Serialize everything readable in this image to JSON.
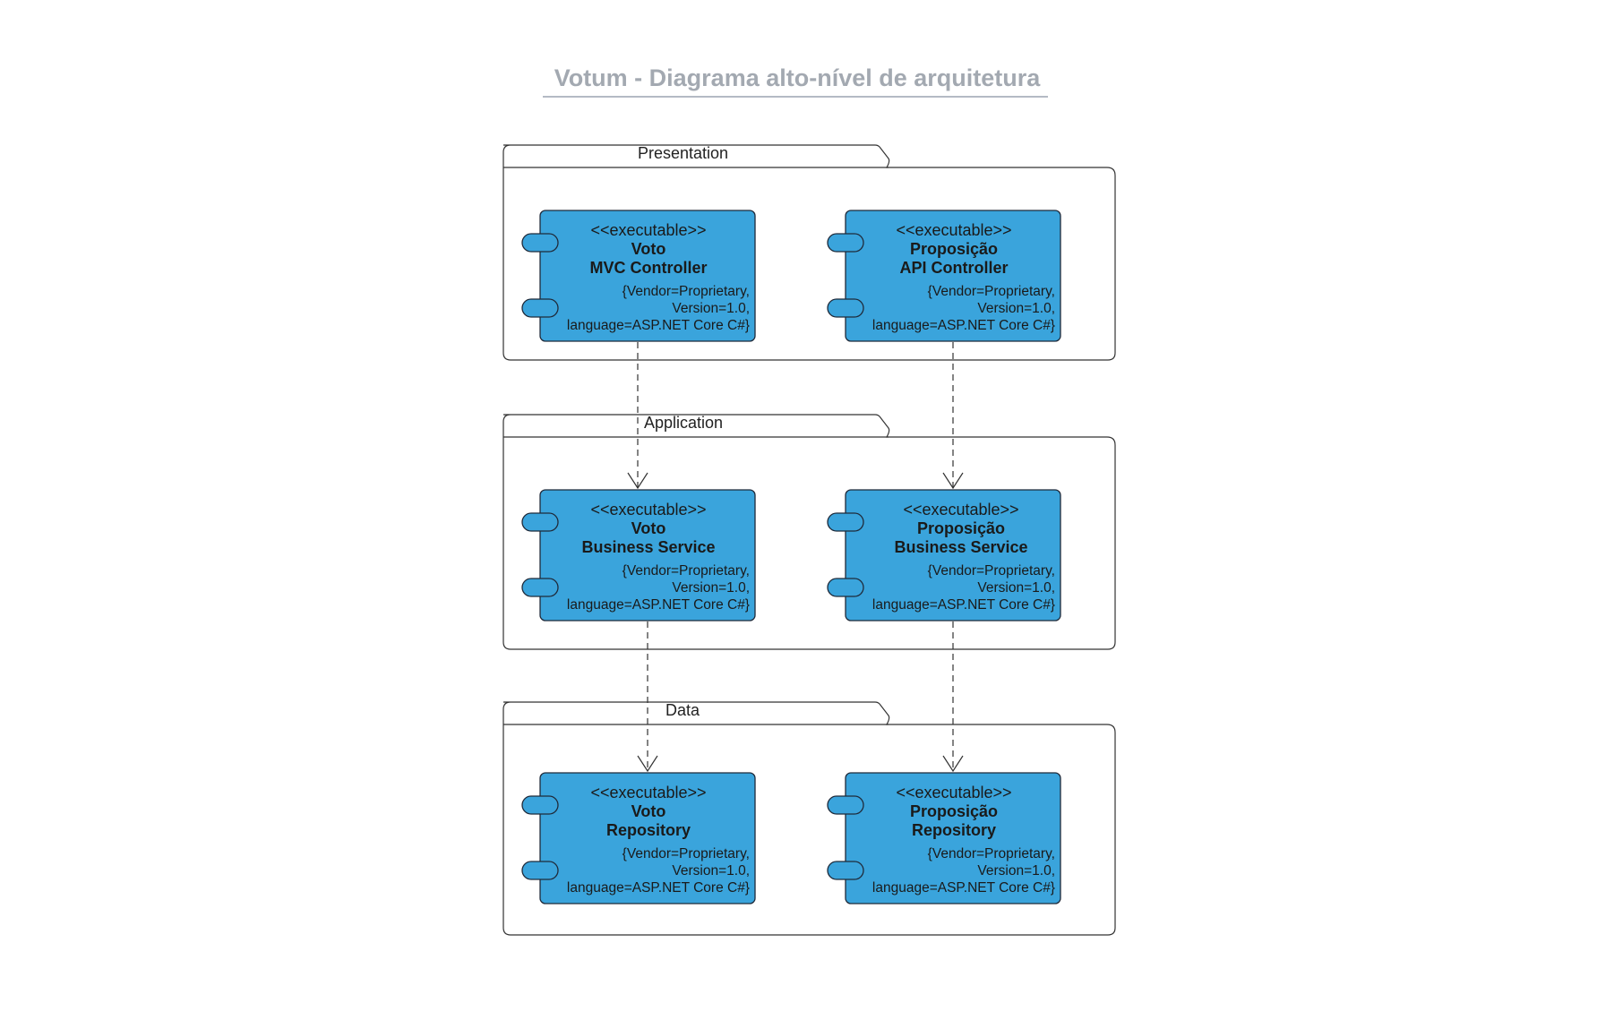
{
  "title": "Votum - Diagrama alto-nível de arquitetura",
  "colors": {
    "component_fill": "#3aa4dc",
    "component_stroke": "#1f2a3a",
    "package_stroke": "#333333",
    "title_color": "#a3a9b1"
  },
  "packages": [
    {
      "label": "Presentation"
    },
    {
      "label": "Application"
    },
    {
      "label": "Data"
    }
  ],
  "components": {
    "voto_mvc_controller": {
      "stereotype": "<<executable>>",
      "name_line1": "Voto",
      "name_line2": "MVC Controller",
      "props_line1": "{Vendor=Proprietary,",
      "props_line2": "Version=1.0,",
      "props_line3": "language=ASP.NET Core C#}"
    },
    "proposicao_api_controller": {
      "stereotype": "<<executable>>",
      "name_line1": "Proposição",
      "name_line2": "API Controller",
      "props_line1": "{Vendor=Proprietary,",
      "props_line2": "Version=1.0,",
      "props_line3": "language=ASP.NET Core C#}"
    },
    "voto_business_service": {
      "stereotype": "<<executable>>",
      "name_line1": "Voto",
      "name_line2": "Business Service",
      "props_line1": "{Vendor=Proprietary,",
      "props_line2": "Version=1.0,",
      "props_line3": "language=ASP.NET Core C#}"
    },
    "proposicao_business_service": {
      "stereotype": "<<executable>>",
      "name_line1": "Proposição",
      "name_line2": "Business Service",
      "props_line1": "{Vendor=Proprietary,",
      "props_line2": "Version=1.0,",
      "props_line3": "language=ASP.NET Core C#}"
    },
    "voto_repository": {
      "stereotype": "<<executable>>",
      "name_line1": "Voto",
      "name_line2": "Repository",
      "props_line1": "{Vendor=Proprietary,",
      "props_line2": "Version=1.0,",
      "props_line3": "language=ASP.NET Core C#}"
    },
    "proposicao_repository": {
      "stereotype": "<<executable>>",
      "name_line1": "Proposição",
      "name_line2": "Repository",
      "props_line1": "{Vendor=Proprietary,",
      "props_line2": "Version=1.0,",
      "props_line3": "language=ASP.NET Core C#}"
    }
  },
  "dependencies": [
    {
      "from": "voto_mvc_controller",
      "to": "voto_business_service",
      "style": "dashed-open-arrow"
    },
    {
      "from": "proposicao_api_controller",
      "to": "proposicao_business_service",
      "style": "dashed-open-arrow"
    },
    {
      "from": "voto_business_service",
      "to": "voto_repository",
      "style": "dashed-open-arrow"
    },
    {
      "from": "proposicao_business_service",
      "to": "proposicao_repository",
      "style": "dashed-open-arrow"
    }
  ]
}
